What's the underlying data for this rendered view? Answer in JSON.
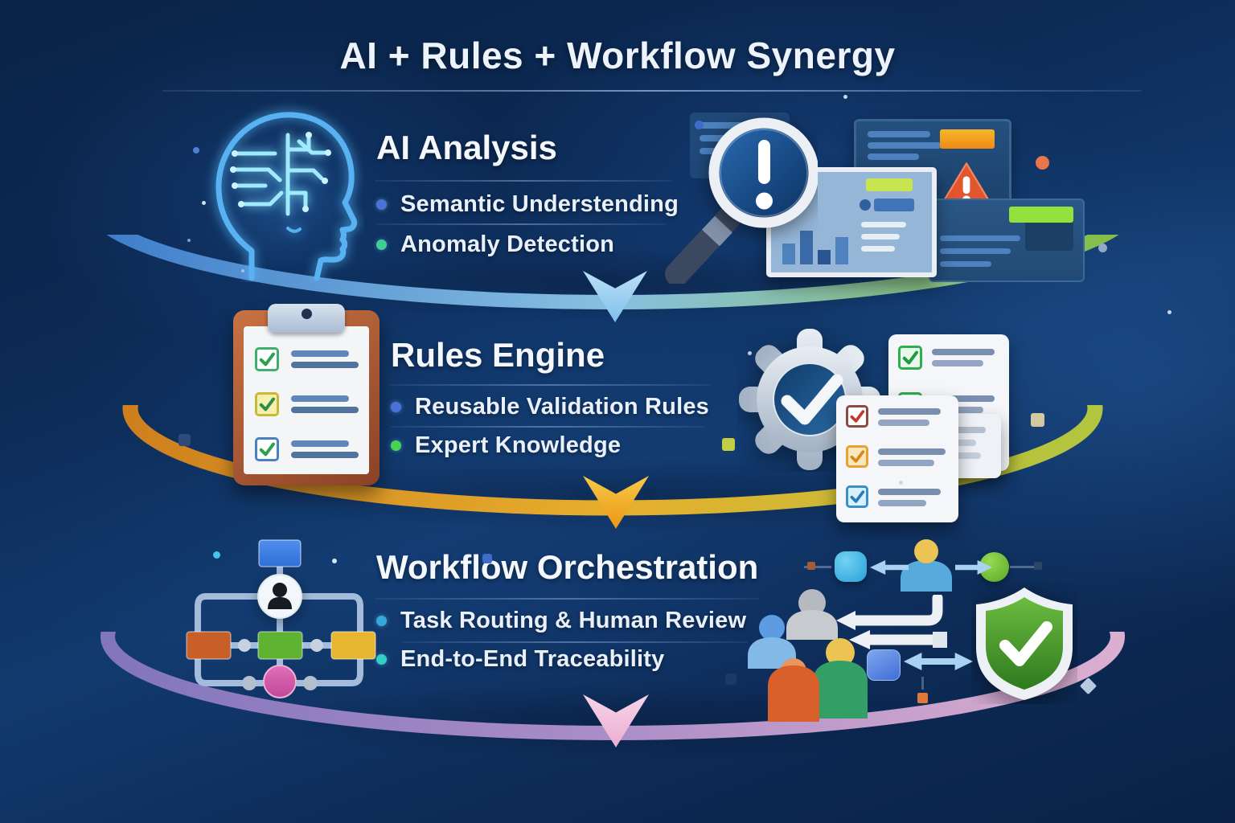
{
  "header": {
    "title": "AI + Rules + Workflow Synergy"
  },
  "sections": [
    {
      "title": "AI Analysis",
      "bullets": [
        {
          "label": "Semantic Understending",
          "dot_color": "#4a72d8"
        },
        {
          "label": "Anomaly Detection",
          "dot_color": "#3fd08f"
        }
      ],
      "left_icon": "ai-head-circuit-icon",
      "right_icons": [
        "magnifier-alert-icon",
        "analytics-dashboard-panels",
        "warning-triangle-icon"
      ]
    },
    {
      "title": "Rules Engine",
      "bullets": [
        {
          "label": "Reusable Validation Rules",
          "dot_color": "#4a72d8"
        },
        {
          "label": "Expert Knowledge",
          "dot_color": "#49d44f"
        }
      ],
      "left_icon": "checklist-clipboard-icon",
      "right_icons": [
        "gear-check-icon",
        "validation-checklist-cards"
      ]
    },
    {
      "title": "Workflow Orchestration",
      "bullets": [
        {
          "label": "Task Routing & Human Review",
          "dot_color": "#34a8dc"
        },
        {
          "label": "End-to-End Traceability",
          "dot_color": "#33cfc4"
        }
      ],
      "left_icon": "flowchart-icon",
      "right_icons": [
        "team-avatars",
        "routing-arrow-nodes",
        "shield-check-icon"
      ]
    }
  ],
  "flow_bands": [
    {
      "name": "ai-to-rules",
      "gradient": [
        "#3f7fd0",
        "#8fc8e8",
        "#8cc43e"
      ],
      "arrow_color": "#9fd1f2"
    },
    {
      "name": "rules-to-workflow",
      "gradient": [
        "#d8841a",
        "#f2b52a",
        "#b9cd3d"
      ],
      "arrow_color": "#f0a826"
    },
    {
      "name": "workflow-output",
      "gradient": [
        "#8878c0",
        "#b493ce",
        "#e5b6d6"
      ],
      "arrow_color": "#efbcd9"
    }
  ],
  "background": {
    "base": "#0a2348"
  }
}
